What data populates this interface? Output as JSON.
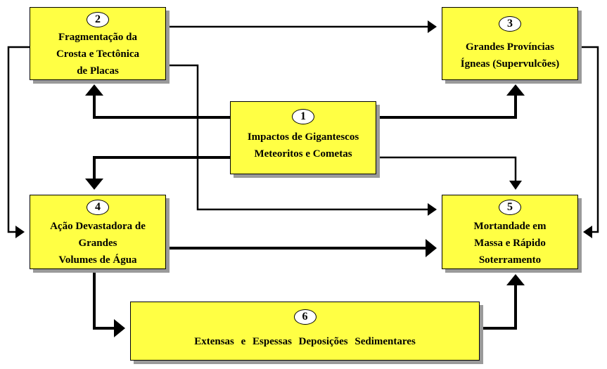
{
  "diagram": {
    "boxes": [
      {
        "id": "1",
        "number": "1",
        "lines": [
          "Impactos de Gigantescos",
          "Meteoritos e Cometas"
        ]
      },
      {
        "id": "2",
        "number": "2",
        "lines": [
          "Fragmentação da",
          "Crosta e Tectônica",
          "de Placas"
        ]
      },
      {
        "id": "3",
        "number": "3",
        "lines": [
          "Grandes Províncias",
          "Ígneas (Supervulcões)"
        ]
      },
      {
        "id": "4",
        "number": "4",
        "lines": [
          "Ação  Devastadora de",
          "Grandes",
          "Volumes de Água"
        ]
      },
      {
        "id": "5",
        "number": "5",
        "lines": [
          "Mortandade em",
          "Massa e Rápido",
          "Soterramento"
        ]
      },
      {
        "id": "6",
        "number": "6",
        "lines": [
          "Extensas  e  Espessas  Deposições  Sedimentares"
        ]
      }
    ],
    "connections": [
      {
        "from": "1",
        "to": "2"
      },
      {
        "from": "1",
        "to": "3"
      },
      {
        "from": "1",
        "to": "4"
      },
      {
        "from": "1",
        "to": "5"
      },
      {
        "from": "2",
        "to": "3"
      },
      {
        "from": "2",
        "to": "4"
      },
      {
        "from": "2",
        "to": "5"
      },
      {
        "from": "3",
        "to": "5"
      },
      {
        "from": "4",
        "to": "5"
      },
      {
        "from": "4",
        "to": "6"
      },
      {
        "from": "6",
        "to": "5"
      }
    ],
    "colors": {
      "box_fill": "#ffff44",
      "border": "#000000",
      "shadow": "#9a9a9a",
      "arrow": "#000000"
    }
  }
}
